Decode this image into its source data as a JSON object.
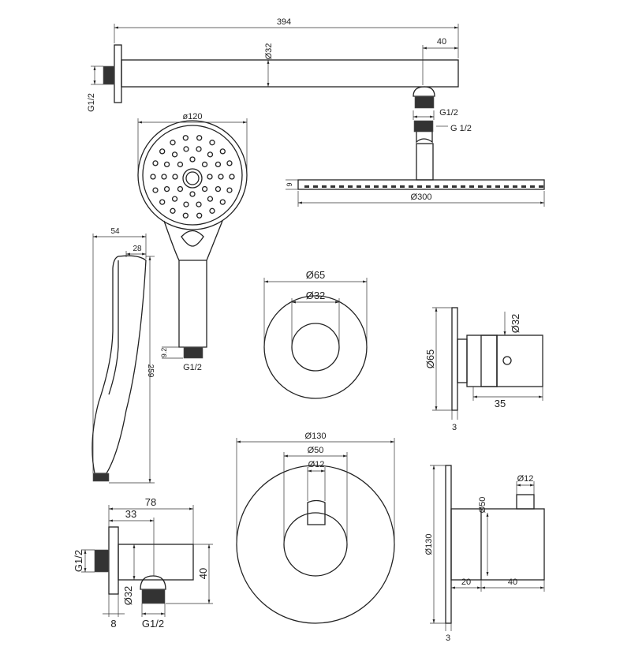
{
  "shower_arm": {
    "length": "394",
    "diameter": "Ø32",
    "outlet_offset": "40",
    "inlet_thread": "G1/2",
    "outlet_thread": "G1/2"
  },
  "shower_head": {
    "thread": "G 1/2",
    "thickness": "9",
    "diameter": "Ø300"
  },
  "hand_shower": {
    "diameter": "ø120",
    "depth": "54",
    "tip_depth": "28",
    "length": "259",
    "thread_length": "9.2",
    "thread": "G1/2"
  },
  "diverter_front": {
    "outer": "Ø65",
    "inner": "Ø32"
  },
  "diverter_side": {
    "outer": "Ø65",
    "knob": "Ø32",
    "depth": "35",
    "plate": "3"
  },
  "wall_outlet": {
    "length": "78",
    "outlet_offset": "33",
    "inlet_thread": "G1/2",
    "height": "40",
    "diameter": "Ø32",
    "flange": "8",
    "outlet_thread": "G1/2"
  },
  "mixer_front": {
    "plate": "Ø130",
    "body": "Ø50",
    "handle": "Ø12"
  },
  "mixer_side": {
    "plate": "Ø130",
    "body": "Ø50",
    "handle": "Ø12",
    "body_depth1": "20",
    "body_depth2": "40",
    "plate_thickness": "3"
  }
}
